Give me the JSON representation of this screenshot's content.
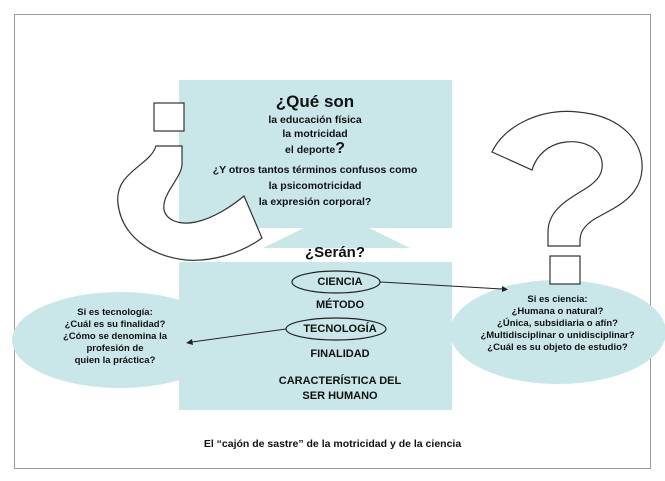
{
  "top_box": {
    "title": "¿Qué son",
    "line1": "la educación física",
    "line2": "la motricidad",
    "line3": "el deporte",
    "line3_mark": "?",
    "line4": "¿Y otros tantos términos confusos como",
    "line5": "la psicomotricidad",
    "line6": "la expresión corporal?"
  },
  "center": {
    "question": "¿Serán?",
    "ciencia": "CIENCIA",
    "metodo": "MÉTODO",
    "tecnologia": "TECNOLOGÍA",
    "finalidad": "FINALIDAD",
    "caracteristica1": "CARACTERÍSTICA DEL",
    "caracteristica2": "SER HUMANO"
  },
  "left_ellipse": {
    "lines": [
      "Si es tecnología:",
      "¿Cuál es su finalidad?",
      "¿Cómo se denomina la",
      "profesión de",
      "quien la práctica?"
    ]
  },
  "right_ellipse": {
    "lines": [
      "Si es ciencia:",
      "¿Humana o natural?",
      "¿Única, subsidiaria o afín?",
      "¿Multidisciplinar o unidisciplinar?",
      "¿Cuál es su objeto de estudio?"
    ]
  },
  "caption": "El “cajón de sastre” de la motricidad y de la ciencia",
  "colors": {
    "fill": "#c9e6e8",
    "stroke": "#333333",
    "frame": "#9a9a9a"
  }
}
